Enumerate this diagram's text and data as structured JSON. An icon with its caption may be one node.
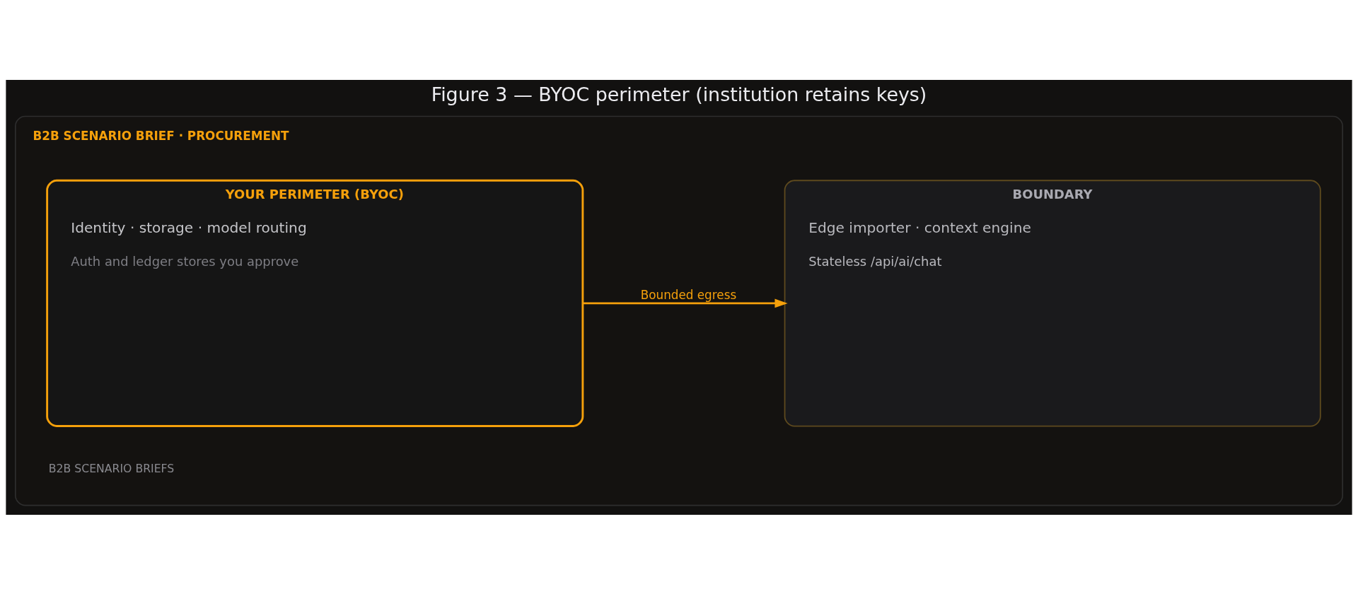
{
  "diagram": {
    "title": "Figure 3 — BYOC perimeter (institution retains keys)",
    "nodes": [
      {
        "text": [
          "B2B SCENARIO BRIEF · PROCUREMENT"
        ]
      },
      {
        "text": [
          "YOUR PERIMETER (BYOC)",
          "Identity · storage · model routing",
          "Auth and ledger stores you approve"
        ],
        "in": 0
      },
      {
        "text": [
          "BOUNDARY",
          "Edge importer · context engine",
          "Stateless /api/ai/chat"
        ],
        "in": 0
      }
    ],
    "edges": [
      {
        "from": 1,
        "to": 2,
        "arrow": "to",
        "label": "Bounded egress"
      }
    ],
    "labels": [
      "B2B SCENARIO BRIEFS"
    ]
  }
}
